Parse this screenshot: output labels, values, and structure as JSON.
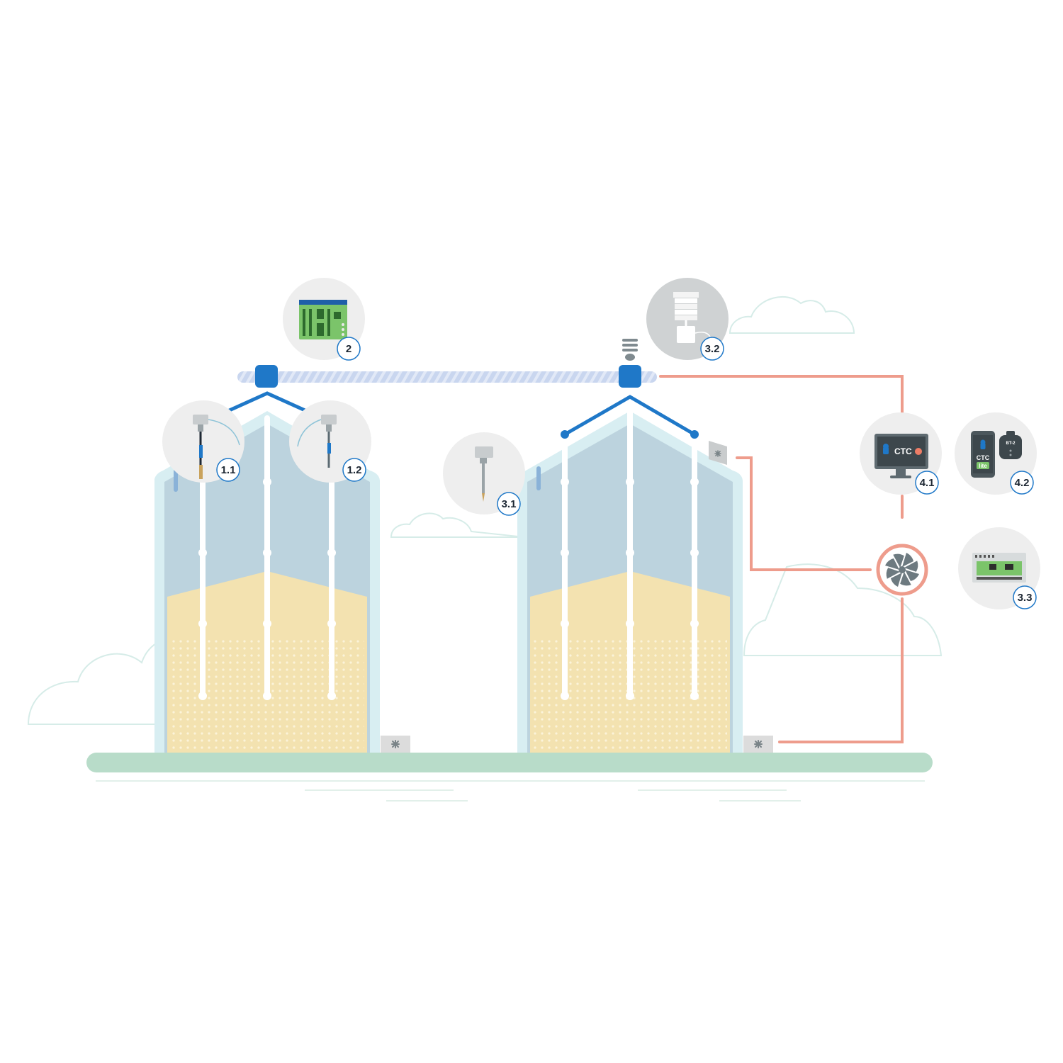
{
  "colors": {
    "tank_wall": "#d8eef2",
    "tank_air": "#bcd3de",
    "grain": "#f3e2b0",
    "grain_dots": "#f8eecb",
    "cable": "#1f78c8",
    "pipe": "#c9d6ef",
    "power_line": "#ee9c8c",
    "ground": "#b8dcc9",
    "bubble": "#eeeeee",
    "fan_gray": "#6d7a80"
  },
  "labels": {
    "b11": "1.1",
    "b12": "1.2",
    "b2": "2",
    "b31": "3.1",
    "b32": "3.2",
    "b33": "3.3",
    "b41": "4.1",
    "b42": "4.2"
  },
  "screen": {
    "brand": "CTC",
    "brand_lite_top": "CTC",
    "brand_lite_bottom": "lite",
    "bt_label": "BT-2"
  }
}
